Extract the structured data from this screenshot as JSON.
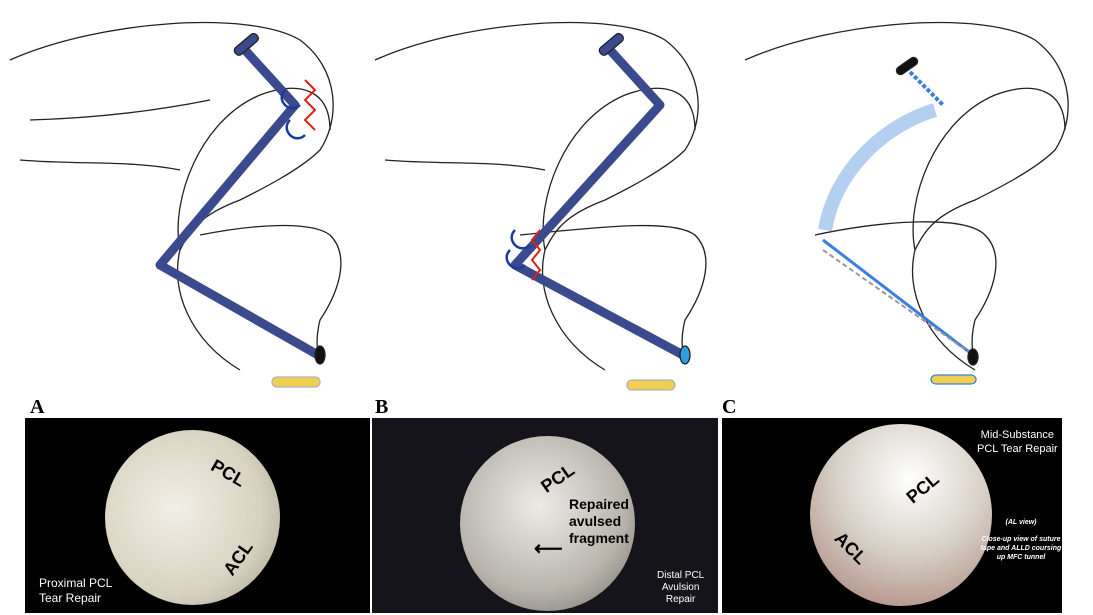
{
  "panels": [
    {
      "letter": "A",
      "photo": {
        "structures": [
          "PCL",
          "ACL"
        ],
        "caption_line1": "Proximal PCL",
        "caption_line2": "Tear Repair"
      }
    },
    {
      "letter": "B",
      "photo": {
        "structures": [
          "PCL"
        ],
        "annotation_line1": "Repaired",
        "annotation_line2": "avulsed",
        "annotation_line3": "fragment",
        "caption_line1": "Distal PCL",
        "caption_line2": "Avulsion",
        "caption_line3": "Repair"
      }
    },
    {
      "letter": "C",
      "photo": {
        "structures": [
          "PCL",
          "ACL"
        ],
        "caption_line1": "Mid-Substance",
        "caption_line2": "PCL Tear Repair",
        "view": "(AL view)",
        "note_line1": "Close-up view of suture",
        "note_line2": "tape and ALLD coursing",
        "note_line3": "up MFC tunnel"
      }
    }
  ],
  "colors": {
    "graft": "#3b4a8c",
    "suture_dark": "#1a3a9c",
    "suture_light": "#3a7fe0",
    "tear": "#e02010",
    "screw": "#f0d050"
  }
}
